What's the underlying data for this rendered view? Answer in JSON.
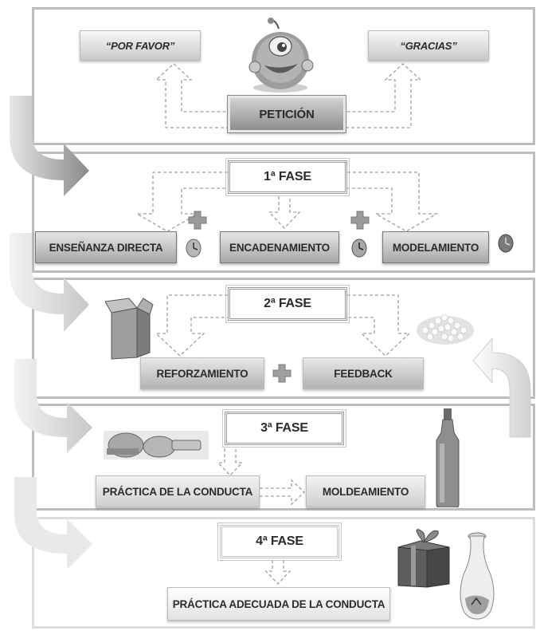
{
  "phase0": {
    "por_favor": "“POR FAVOR”",
    "gracias": "“GRACIAS”",
    "peticion": "PETICIÓN",
    "mascot_icon": "smiling-ball-mascot-icon"
  },
  "phase1": {
    "title": "1ª FASE",
    "items": [
      "ENSEÑANZA DIRECTA",
      "ENCADENAMIENTO",
      "MODELAMIENTO"
    ]
  },
  "phase2": {
    "title": "2ª FASE",
    "items": [
      "REFORZAMIENTO",
      "FEEDBACK"
    ]
  },
  "phase3": {
    "title": "3ª FASE",
    "items": [
      "PRÁCTICA DE LA CONDUCTA",
      "MOLDEAMIENTO"
    ]
  },
  "phase4": {
    "title": "4ª FASE",
    "items": [
      "PRÁCTICA ADECUADA DE LA CONDUCTA"
    ]
  },
  "icons": {
    "plus": "plus-icon",
    "clock": "clock-icon",
    "box": "cardboard-box-icon",
    "pebbles": "white-pebbles-icon",
    "bottles": "lying-bottles-icon",
    "tall_bottle": "tall-bottle-icon",
    "gift": "gift-box-icon",
    "vase": "glass-vase-icon"
  },
  "colors": {
    "panel_border": "#bdbdbd",
    "label_light": "#e0e0e0",
    "label_dark": "#9a9a9a",
    "arrow_fill": "#9c9c9c"
  }
}
